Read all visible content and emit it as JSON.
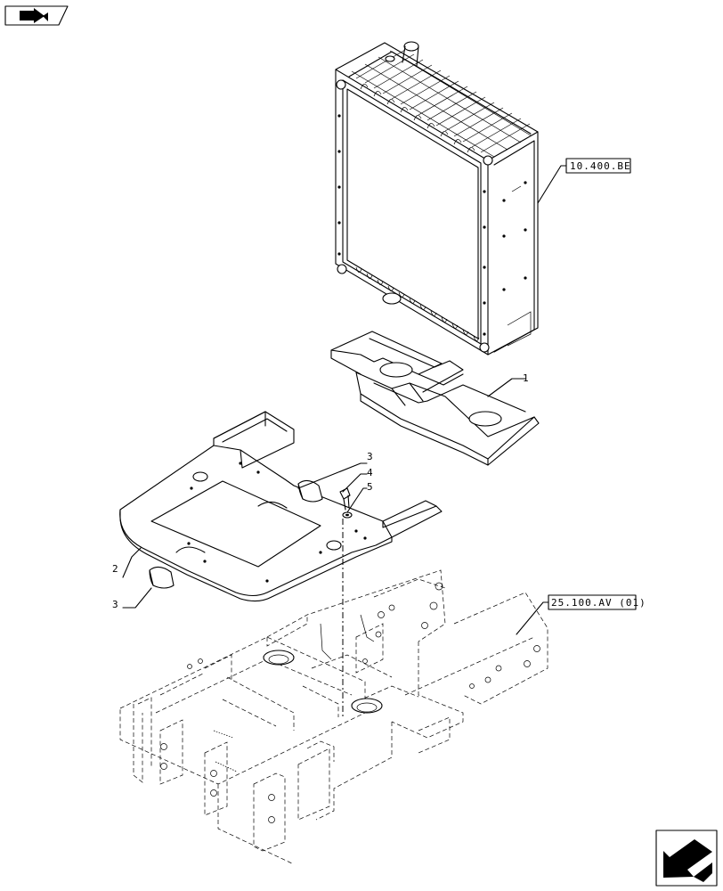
{
  "callouts": [
    {
      "id": "c1",
      "label": "1"
    },
    {
      "id": "c2",
      "label": "2"
    },
    {
      "id": "c3a",
      "label": "3"
    },
    {
      "id": "c3b",
      "label": "3"
    },
    {
      "id": "c4",
      "label": "4"
    },
    {
      "id": "c5",
      "label": "5"
    }
  ],
  "references": [
    {
      "id": "r1",
      "label": "10.400.BE"
    },
    {
      "id": "r2",
      "label": "25.100.AV (01)"
    }
  ],
  "icons": {
    "top_left": "book-arrow-icon",
    "bottom_right": "next-page-arrow-icon"
  }
}
